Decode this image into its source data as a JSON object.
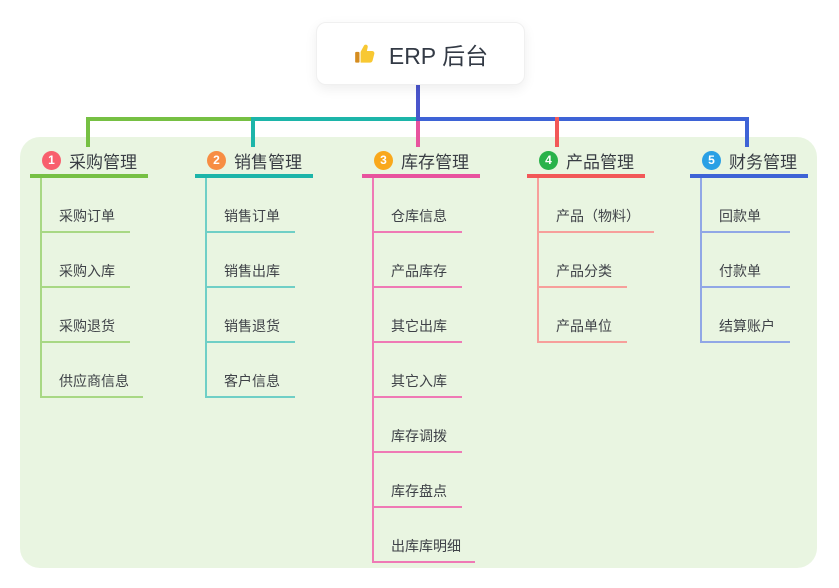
{
  "root": {
    "title": "ERP 后台",
    "icon": "thumbs-up"
  },
  "colors": {
    "page_background": "#ffffff",
    "panel_background": "#e9f5e1",
    "root_connector": "#4a55cc",
    "heading_text": "#393d44",
    "item_text": "#3f4248",
    "thumb_yellow": "#f8c832",
    "thumb_cuff": "#d58c1f"
  },
  "branches": [
    {
      "index": "1",
      "label": "采购管理",
      "line_color": "#76c043",
      "sub_line_color": "#a8d884",
      "badge_color": "#f85f6d",
      "items": [
        "采购订单",
        "采购入库",
        "采购退货",
        "供应商信息"
      ]
    },
    {
      "index": "2",
      "label": "销售管理",
      "line_color": "#1cb5a9",
      "sub_line_color": "#6fcfc6",
      "badge_color": "#f78d43",
      "items": [
        "销售订单",
        "销售出库",
        "销售退货",
        "客户信息"
      ]
    },
    {
      "index": "3",
      "label": "库存管理",
      "line_color": "#e8539e",
      "sub_line_color": "#ef79b5",
      "badge_color": "#f9a81b",
      "items": [
        "仓库信息",
        "产品库存",
        "其它出库",
        "其它入库",
        "库存调拨",
        "库存盘点",
        "出库库明细"
      ]
    },
    {
      "index": "4",
      "label": "产品管理",
      "line_color": "#f25858",
      "sub_line_color": "#f79f9b",
      "badge_color": "#29b24a",
      "items": [
        "产品（物料）",
        "产品分类",
        "产品单位"
      ]
    },
    {
      "index": "5",
      "label": "财务管理",
      "line_color": "#3e63d6",
      "sub_line_color": "#91a7e6",
      "badge_color": "#2aa0e5",
      "items": [
        "回款单",
        "付款单",
        "结算账户"
      ]
    }
  ]
}
